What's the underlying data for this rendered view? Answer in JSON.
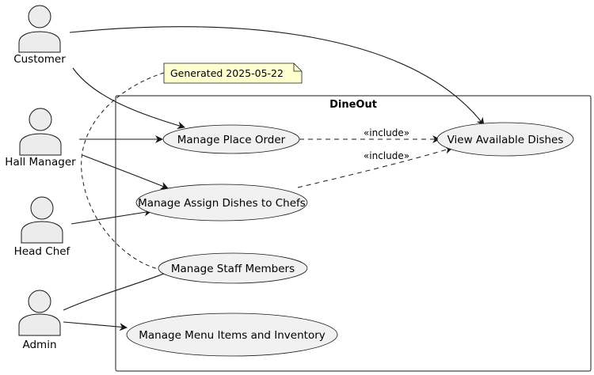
{
  "system": {
    "title": "DineOut"
  },
  "note": {
    "text": "Generated 2025-05-22"
  },
  "actors": {
    "customer": "Customer",
    "hall_manager": "Hall Manager",
    "head_chef": "Head Chef",
    "admin": "Admin"
  },
  "use_cases": {
    "place_order": "Manage Place Order",
    "view_dishes": "View Available Dishes",
    "assign_dishes": "Manage Assign Dishes to Chefs",
    "staff_members": "Manage Staff Members",
    "menu_items": "Manage Menu Items and Inventory"
  },
  "relations": {
    "include_1": "«include»",
    "include_2": "«include»"
  },
  "colors": {
    "actor_fill": "#ececec",
    "usecase_fill": "#f1f1f1",
    "note_fill": "#fefece",
    "line": "#181818"
  }
}
